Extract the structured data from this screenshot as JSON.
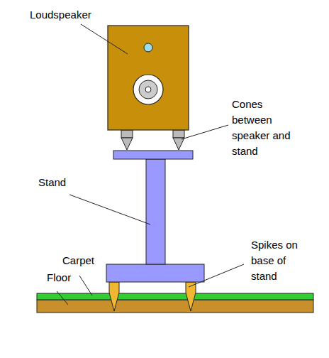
{
  "diagram": {
    "labels": [
      "Loudspeaker",
      "Cones between speaker and stand",
      "Stand",
      "Carpet",
      "Floor",
      "Spikes on base of stand"
    ]
  }
}
